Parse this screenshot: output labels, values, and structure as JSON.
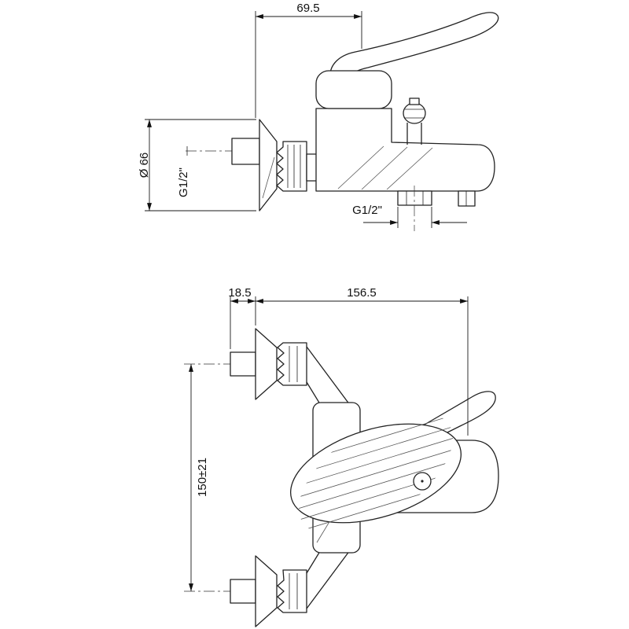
{
  "drawing": {
    "side_view": {
      "width_dim": "69.5",
      "flange_diameter_dim": "Ø 66",
      "inlet_thread_dim": "G1/2\"",
      "outlet_thread_dim": "G1/2\""
    },
    "front_view": {
      "offset_dim": "18.5",
      "projection_dim": "156.5",
      "centers_dim": "150±21"
    }
  },
  "colors": {
    "line": "#222222",
    "background": "#ffffff"
  }
}
